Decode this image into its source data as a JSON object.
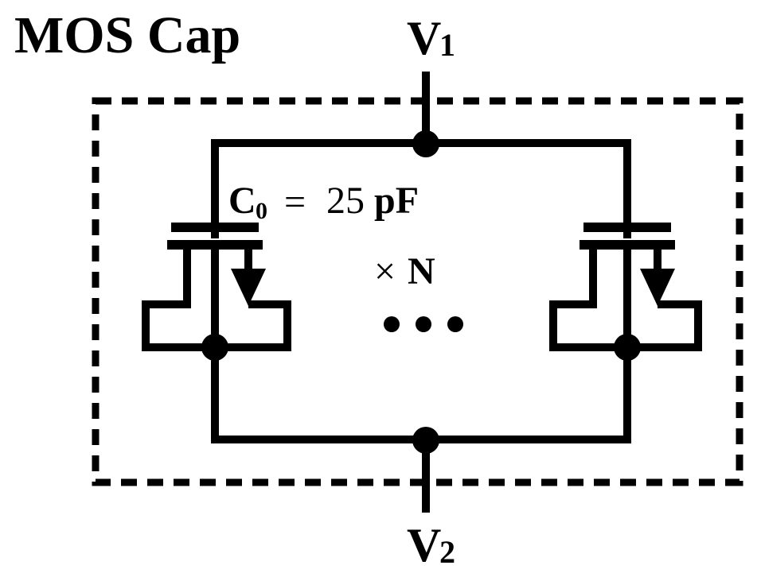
{
  "title": "MOS Cap",
  "nodes": {
    "v1": {
      "label": "V",
      "subscript": "1"
    },
    "v2": {
      "label": "V",
      "subscript": "2"
    }
  },
  "capacitor": {
    "symbol": "C",
    "subscript": "0",
    "equals": "=",
    "value": "25",
    "unit": "pF"
  },
  "multiplier": {
    "symbol": "×",
    "count": "N"
  },
  "ellipsis_dots": 3,
  "colors": {
    "line": "#000000",
    "background": "#ffffff"
  }
}
